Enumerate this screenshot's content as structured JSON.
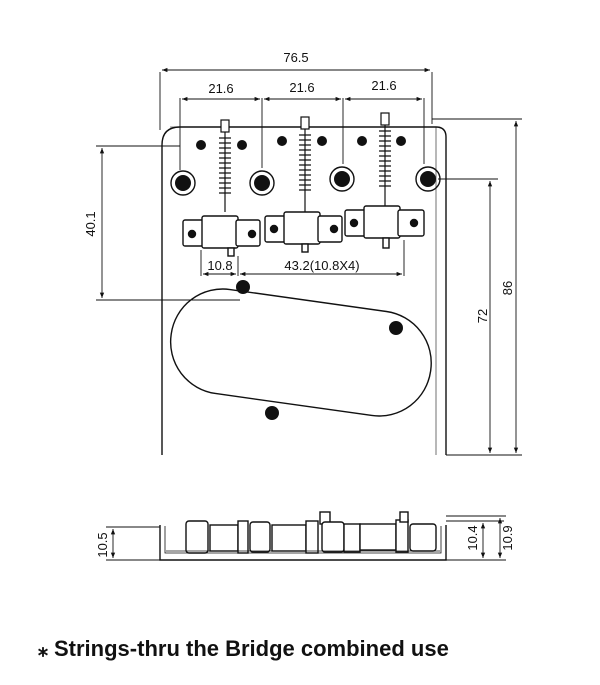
{
  "dimensions": {
    "overall_width": "76.5",
    "string_spacing_1": "21.6",
    "string_spacing_2": "21.6",
    "string_spacing_3": "21.6",
    "saddle_to_holes": "40.1",
    "saddle_width": "10.8",
    "saddles_span": "43.2(10.8X4)",
    "overall_length": "86",
    "plate_length": "72",
    "side_height": "10.5",
    "height_a": "10.4",
    "height_b": "10.9"
  },
  "note": {
    "symbol": "⁎",
    "text": "Strings-thru the Bridge combined use"
  }
}
